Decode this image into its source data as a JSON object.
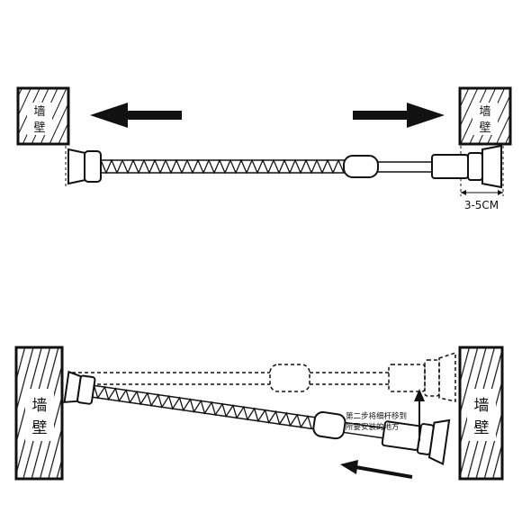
{
  "diagram": {
    "wall_label": "墙壁",
    "gap_measurement": "3-5CM",
    "step2_note": [
      "第二步将细杆移到",
      "所要安装的地方"
    ]
  },
  "colors": {
    "stroke": "#111111",
    "background": "#ffffff"
  }
}
